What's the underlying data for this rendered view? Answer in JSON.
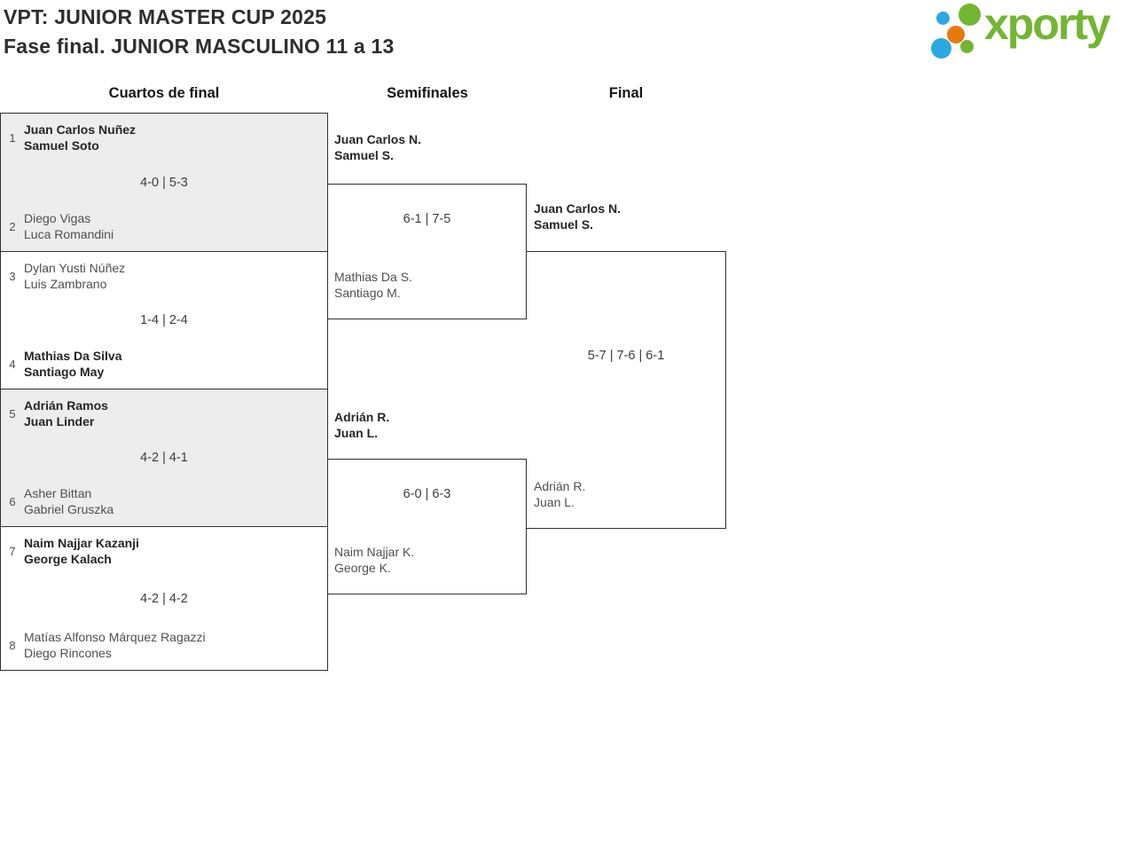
{
  "header": {
    "title_line1": "VPT: JUNIOR MASTER CUP 2025",
    "title_line2": "Fase final. JUNIOR MASCULINO 11 a 13"
  },
  "logo": {
    "brand": "xporty"
  },
  "colors": {
    "brand_green": "#72b631",
    "brand_blue": "#2ba9e1",
    "brand_orange": "#e8790f",
    "border": "#303030",
    "shade": "#ededed"
  },
  "rounds": [
    {
      "label": "Cuartos de final"
    },
    {
      "label": "Semifinales"
    },
    {
      "label": "Final"
    }
  ],
  "quarterfinals": [
    {
      "top": {
        "seed": "1",
        "line1": "Juan Carlos Nuñez",
        "line2": "Samuel Soto"
      },
      "score": "4-0 | 5-3",
      "bottom": {
        "seed": "2",
        "line1": "Diego Vigas",
        "line2": "Luca Romandini"
      }
    },
    {
      "top": {
        "seed": "3",
        "line1": "Dylan Yusti Núñez",
        "line2": "Luis Zambrano"
      },
      "score": "1-4 | 2-4",
      "bottom": {
        "seed": "4",
        "line1": "Mathias Da Silva",
        "line2": "Santiago May"
      }
    },
    {
      "top": {
        "seed": "5",
        "line1": "Adrián Ramos",
        "line2": "Juan Linder"
      },
      "score": "4-2 | 4-1",
      "bottom": {
        "seed": "6",
        "line1": "Asher Bittan",
        "line2": "Gabriel Gruszka"
      }
    },
    {
      "top": {
        "seed": "7",
        "line1": "Naim Najjar Kazanji",
        "line2": "George Kalach"
      },
      "score": "4-2 | 4-2",
      "bottom": {
        "seed": "8",
        "line1": "Matías Alfonso Márquez Ragazzi",
        "line2": "Diego Rincones"
      }
    }
  ],
  "semifinals": [
    {
      "winner_line1": "Juan Carlos N.",
      "winner_line2": "Samuel S.",
      "score": "6-1 | 7-5",
      "loser_line1": "Mathias Da S.",
      "loser_line2": "Santiago M."
    },
    {
      "winner_line1": "Adrián R.",
      "winner_line2": "Juan L.",
      "score": "6-0 | 6-3",
      "loser_line1": "Naim Najjar K.",
      "loser_line2": "George K."
    }
  ],
  "final": {
    "winner_line1": "Juan Carlos N.",
    "winner_line2": "Samuel S.",
    "score": "5-7 | 7-6 | 6-1",
    "loser_line1": "Adrián R.",
    "loser_line2": "Juan L."
  }
}
